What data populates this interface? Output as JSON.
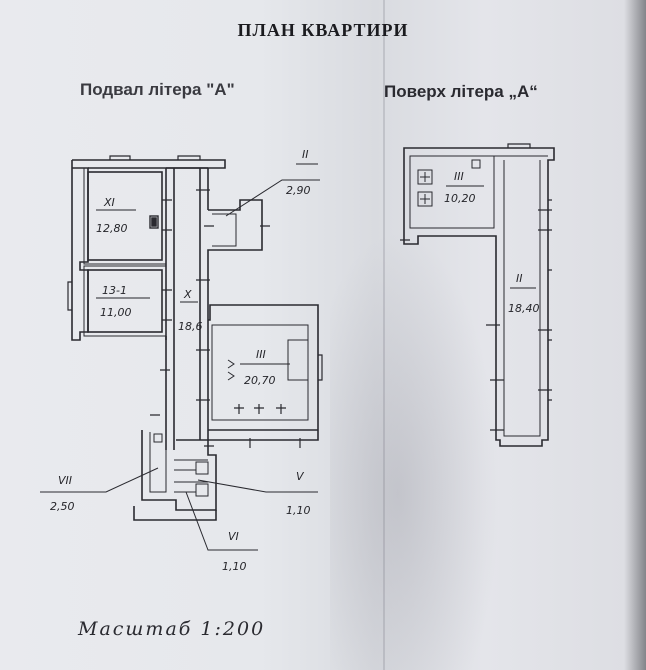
{
  "title": "ПЛАН КВАРТИРИ",
  "basement_caption": "Подвал літера \"А\"",
  "floor_caption": "Поверх літера „А“",
  "scale": "Масштаб 1:200",
  "rooms": {
    "r_xi": {
      "num": "XI",
      "area": "12,80"
    },
    "r_13": {
      "num": "13-1",
      "area": "11,00"
    },
    "r_x": {
      "num": "X",
      "area": "18,6"
    },
    "r_ii_small": {
      "num": "II",
      "area": "2,90"
    },
    "r_iii": {
      "num": "III",
      "area": "20,70"
    },
    "r_vii": {
      "num": "VII",
      "area": "2,50"
    },
    "r_v": {
      "num": "V",
      "area": "1,10"
    },
    "r_vi": {
      "num": "VI",
      "area": "1,10"
    },
    "f_iii": {
      "num": "III",
      "area": "10,20"
    },
    "f_ii": {
      "num": "II",
      "area": "18,40"
    }
  }
}
